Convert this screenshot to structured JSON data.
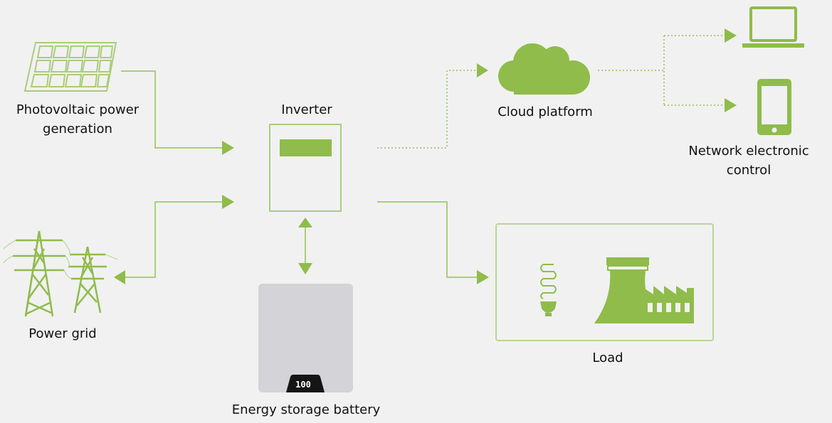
{
  "nodes": {
    "pv": {
      "label": "Photovoltaic power\ngeneration",
      "icon": "solar-panel-icon"
    },
    "inverter": {
      "label": "Inverter",
      "icon": "inverter-icon"
    },
    "cloud": {
      "label": "Cloud platform",
      "icon": "cloud-icon"
    },
    "network": {
      "label": "Network electronic\ncontrol",
      "icons": [
        "laptop-icon",
        "smartphone-icon"
      ]
    },
    "grid": {
      "label": "Power grid",
      "icon": "power-tower-icon"
    },
    "load": {
      "label": "Load",
      "icons": [
        "light-bulb-icon",
        "factory-icon"
      ]
    },
    "battery": {
      "label": "Energy storage battery",
      "display_text": "100",
      "icon": "battery-icon"
    }
  },
  "colors": {
    "accent": "#8fbc4b",
    "outline": "#a9cd7c",
    "background": "#f1f1f1",
    "battery_body": "#d3d3d8",
    "text": "#111111"
  }
}
